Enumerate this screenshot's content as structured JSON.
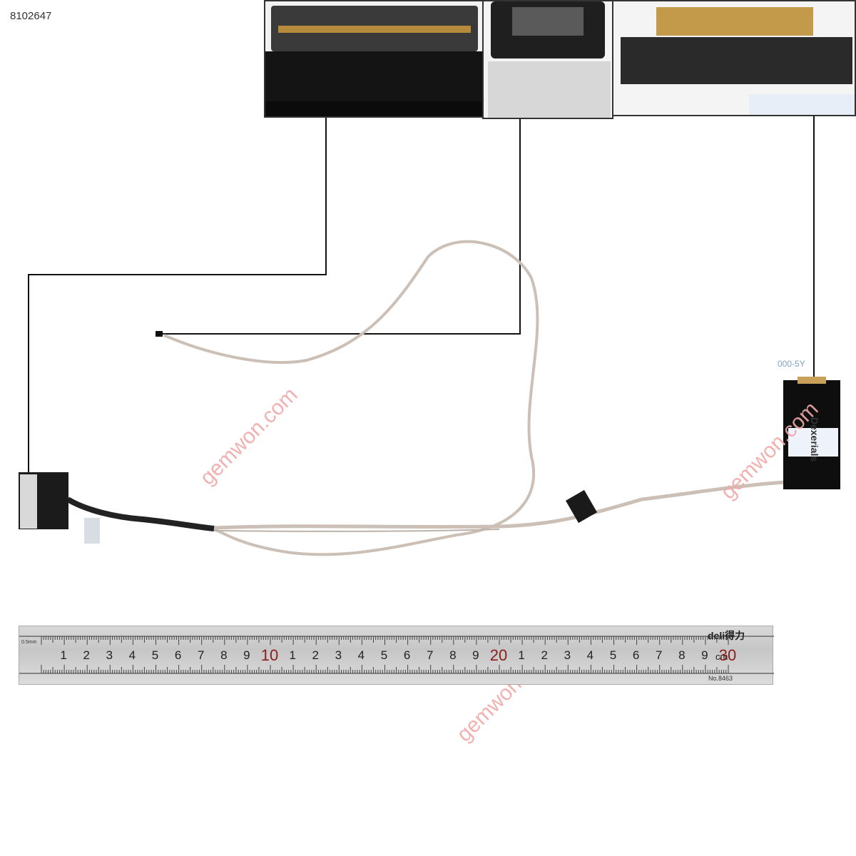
{
  "product_code": "8102647",
  "watermarks": [
    "gemwon.com",
    "gemwon.com",
    "gemwon.com"
  ],
  "cable_labels": {
    "connector_tag": "Dexerials",
    "part_fragment": "000-5Y"
  },
  "ruler": {
    "brand": "deli得力",
    "model": "No.8463",
    "unit": "cm",
    "small_label": "0.5mm",
    "numbers": [
      "1",
      "2",
      "3",
      "4",
      "5",
      "6",
      "7",
      "8",
      "9",
      "10",
      "1",
      "2",
      "3",
      "4",
      "5",
      "6",
      "7",
      "8",
      "9",
      "20",
      "1",
      "2",
      "3",
      "4",
      "5",
      "6",
      "7",
      "8",
      "9",
      "30"
    ]
  },
  "colors": {
    "callout_line": "#111111",
    "cable": "#cbbfb6",
    "watermark": "#f1a9a9"
  }
}
